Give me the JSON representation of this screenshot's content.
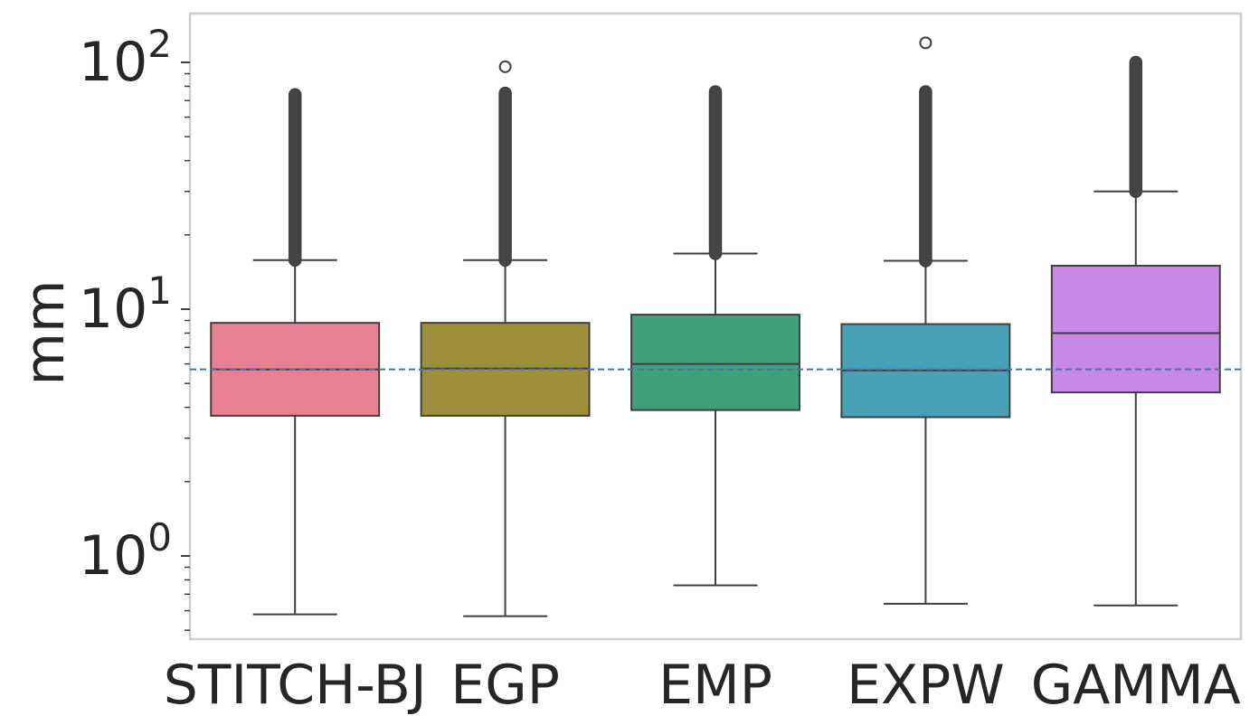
{
  "chart_data": {
    "type": "box",
    "ylabel": "mm",
    "yscale": "log",
    "ylim": [
      0.44,
      160
    ],
    "y_tick_base": "10",
    "y_ticks": [
      {
        "value": 1,
        "exponent": "0"
      },
      {
        "value": 10,
        "exponent": "1"
      },
      {
        "value": 100,
        "exponent": "2"
      }
    ],
    "grid": false,
    "reference_line": {
      "y": 5.7,
      "style": "dashed",
      "color": "#4c72b0"
    },
    "categories": [
      "STITCH-BJ",
      "EGP",
      "EMP",
      "EXPW",
      "GAMMA"
    ],
    "boxes": [
      {
        "name": "STITCH-BJ",
        "color": "#e88093",
        "whisker_low": 0.58,
        "q1": 3.7,
        "median": 5.7,
        "q3": 8.8,
        "whisker_high": 15.8,
        "outliers_from": 15.8,
        "outliers_to": 74
      },
      {
        "name": "EGP",
        "color": "#9e8f3d",
        "whisker_low": 0.57,
        "q1": 3.7,
        "median": 5.75,
        "q3": 8.8,
        "whisker_high": 15.8,
        "outliers_from": 15.8,
        "outliers_to": 75,
        "extra_outliers": [
          96
        ]
      },
      {
        "name": "EMP",
        "color": "#41a07a",
        "whisker_low": 0.76,
        "q1": 3.9,
        "median": 6.0,
        "q3": 9.5,
        "whisker_high": 16.8,
        "outliers_from": 16.8,
        "outliers_to": 76
      },
      {
        "name": "EXPW",
        "color": "#48a0b4",
        "whisker_low": 0.64,
        "q1": 3.65,
        "median": 5.65,
        "q3": 8.7,
        "whisker_high": 15.7,
        "outliers_from": 15.7,
        "outliers_to": 76,
        "extra_outliers": [
          120
        ]
      },
      {
        "name": "GAMMA",
        "color": "#c788e6",
        "whisker_low": 0.63,
        "q1": 4.6,
        "median": 8.0,
        "q3": 15.0,
        "whisker_high": 30,
        "outliers_from": 30,
        "outliers_to": 100
      }
    ],
    "colors": {
      "frame": "#cccccc",
      "lines": "#3f3f3f",
      "outlier_fill": "#444444"
    }
  }
}
